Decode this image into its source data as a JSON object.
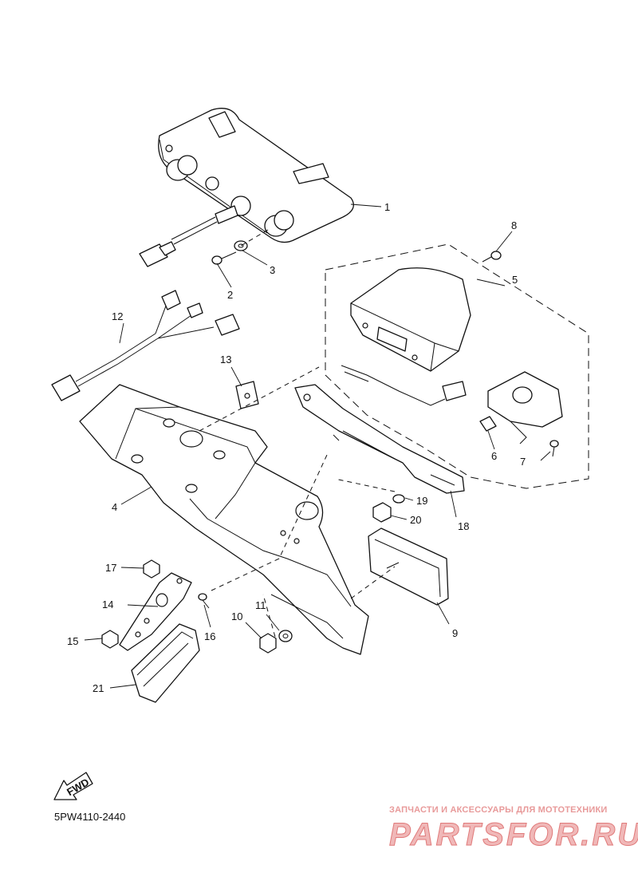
{
  "callouts": [
    {
      "id": "1",
      "text": "1"
    },
    {
      "id": "2",
      "text": "2"
    },
    {
      "id": "3",
      "text": "3"
    },
    {
      "id": "4",
      "text": "4"
    },
    {
      "id": "5",
      "text": "5"
    },
    {
      "id": "6",
      "text": "6"
    },
    {
      "id": "7",
      "text": "7"
    },
    {
      "id": "8",
      "text": "8"
    },
    {
      "id": "9",
      "text": "9"
    },
    {
      "id": "10",
      "text": "10"
    },
    {
      "id": "11",
      "text": "11"
    },
    {
      "id": "12",
      "text": "12"
    },
    {
      "id": "13",
      "text": "13"
    },
    {
      "id": "14",
      "text": "14"
    },
    {
      "id": "15",
      "text": "15"
    },
    {
      "id": "16",
      "text": "16"
    },
    {
      "id": "17",
      "text": "17"
    },
    {
      "id": "18",
      "text": "18"
    },
    {
      "id": "19",
      "text": "19"
    },
    {
      "id": "20",
      "text": "20"
    },
    {
      "id": "21",
      "text": "21"
    }
  ],
  "fwd_label": "FWD",
  "diagram_code": "5PW4110-2440",
  "watermark": {
    "tagline": "ЗАПЧАСТИ И АКСЕССУАРЫ ДЛЯ МОТОТЕХНИКИ",
    "logo": "PARTSFOR.RU",
    "color": "#e07a7a"
  }
}
